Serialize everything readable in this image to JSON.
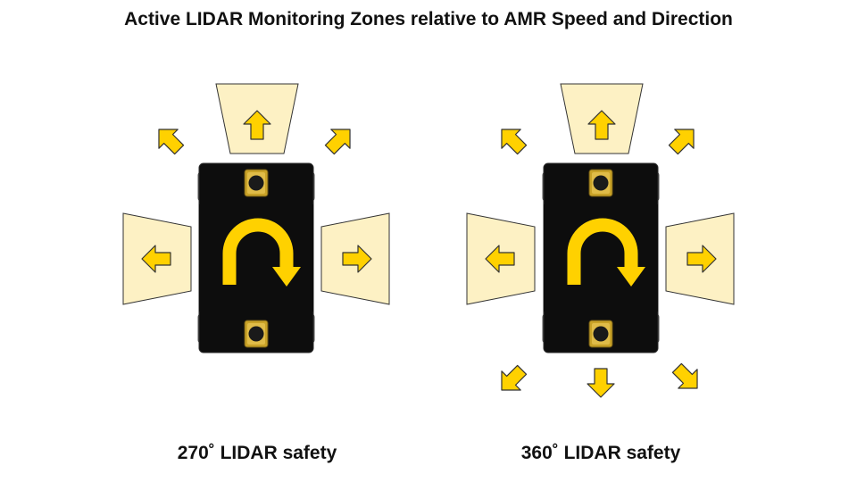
{
  "title": "Active LIDAR Monitoring Zones relative to AMR Speed and Direction",
  "panels": [
    {
      "caption": "270˚ LIDAR safety"
    },
    {
      "caption": "360˚ LIDAR safety"
    }
  ],
  "colors": {
    "zone_fill": "#fdf1c4",
    "zone_stroke": "#333333",
    "arrow": "#ffd100",
    "arrow_stroke": "#333333",
    "robot_body": "#0d0d0d",
    "wheel_stripe": "#ffd100"
  },
  "icons": [
    "direction-arrow-icon",
    "u-turn-arrow-icon",
    "lidar-sensor-icon",
    "wheel-icon"
  ]
}
